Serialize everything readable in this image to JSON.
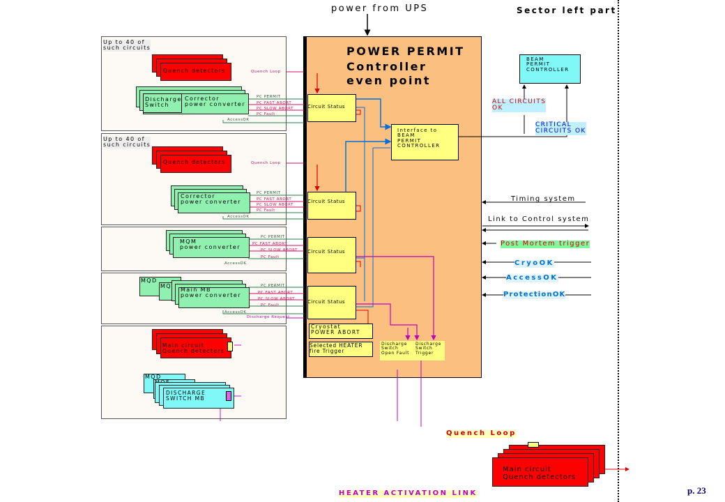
{
  "header": {
    "power_from_ups": "power from UPS",
    "sector_title": "Sector left part"
  },
  "controller": {
    "title_line1": "POWER PERMIT",
    "title_line2": "Controller",
    "title_line3": "even point"
  },
  "panels": {
    "p1_note": "Up to 40 of\nsuch circuits",
    "p2_note": "Up to 40 of\nsuch circuits",
    "quench_detectors": "Quench detectors",
    "discharge_switch": "Discharge\nSwitch",
    "corrector_pc": "Corrector\npower converter",
    "mqm_pc": "MQM\npower converter",
    "main_mb_pc": "Main MB\npower converter",
    "mqd": "MQD",
    "mqf": "MQF",
    "main_circuit_qd": "Main circuit\nQuench detectors",
    "discharge_switch_mb": "DISCHARGE\nSWITCH MB"
  },
  "signals": {
    "quench_loop_small": "Quench Loop",
    "pc_permit": "PC PERMIT",
    "pc_fast_abort": "PC FAST ABORT",
    "pc_slow_abort": "PC SLOW ABORT",
    "pc_fault": "PC Fault",
    "access_ok_small": "AccessOK",
    "discharge_request": "Discharge Request"
  },
  "blocks": {
    "circuit_status": "Circuit Status",
    "interface": "Interface to\nBEAM\nPERMIT\nCONTROLLER",
    "beam_permit": "BEAM\nPERMIT\nCONTROLLER",
    "cryostat_abort": "Cryostat\nPOWER ABORT",
    "heater_trigger": "Selected HEATER\nfire Trigger",
    "ds_open_fault": "Discharge\nSwitch\nOpen Fault",
    "ds_trigger": "Discharge\nSwitch\nTrigger"
  },
  "outputs": {
    "all_circuits_ok": "ALL CIRCUITS\nOK",
    "critical_circuits_ok": "CRITICAL\nCIRCUITS OK"
  },
  "inputs": {
    "timing": "Timing system",
    "control": "Link to Control system",
    "post_mortem": "Post Mortem trigger",
    "cryo_ok": "CryoOK",
    "access_ok": "AccessOK",
    "protection_ok": "ProtectionOK"
  },
  "footer": {
    "quench_loop": "Quench Loop",
    "main_circuit_qd": "Main circuit\nQuench detectors",
    "heater_link": "HEATER ACTIVATION LINK",
    "page_number": "p. 23"
  },
  "colors": {
    "orange": "#fbbf80",
    "red": "#ff0000",
    "green": "#8ff0b0",
    "cyan": "#80f8f8",
    "yellow": "#ffff80",
    "blue_signal": "#0070e0",
    "magenta": "#c000c0"
  }
}
